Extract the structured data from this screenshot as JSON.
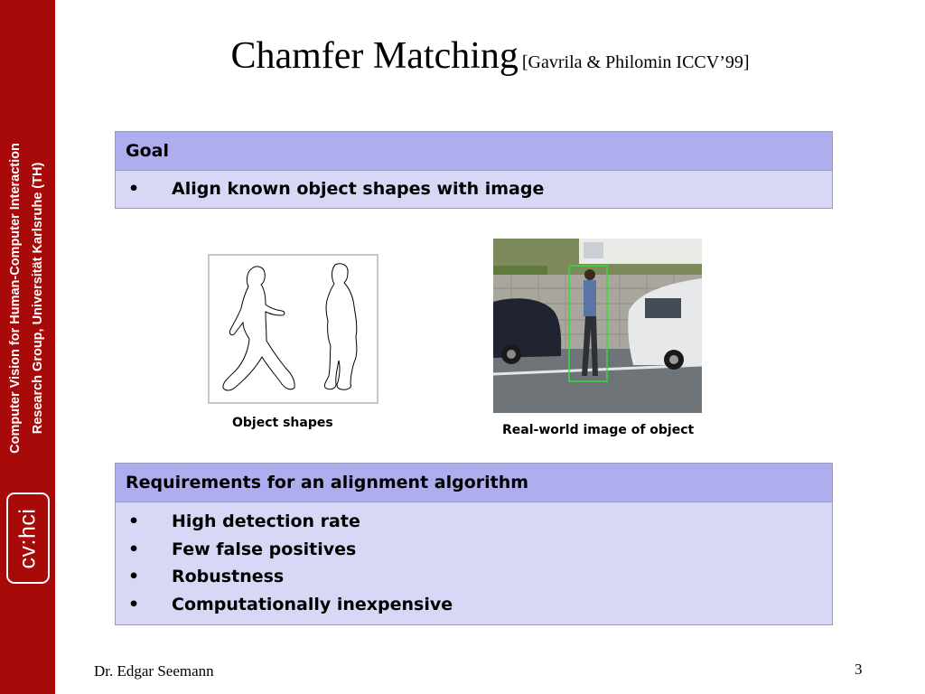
{
  "sidebar": {
    "line1": "Computer Vision for Human-Computer Interaction",
    "line2": "Research Group, Universität Karlsruhe (TH)",
    "logo": "cv:hci",
    "color": "#a80a0a"
  },
  "title": {
    "main": "Chamfer Matching",
    "citation": "[Gavrila & Philomin ICCV’99]"
  },
  "goal_box": {
    "heading": "Goal",
    "items": [
      "Align known object shapes with image"
    ]
  },
  "figures": {
    "shapes_caption": "Object shapes",
    "photo_caption": "Real-world image of object"
  },
  "requirements_box": {
    "heading": "Requirements for an alignment algorithm",
    "items": [
      "High detection rate",
      "Few false positives",
      "Robustness",
      "Computationally inexpensive"
    ]
  },
  "footer": {
    "author": "Dr. Edgar Seemann",
    "page": "3"
  },
  "colors": {
    "box_header": "#aeaeee",
    "box_body": "#d8d8f6",
    "detection_box": "#33dd33"
  }
}
